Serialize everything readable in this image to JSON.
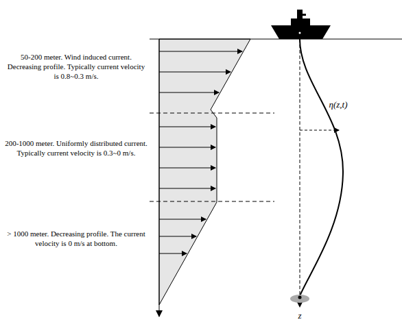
{
  "diagram": {
    "labels": [
      "50-200 meter. Wind induced current. Decreasing profile. Typically current velocity is 0.8~0.3 m/s.",
      "200-1000 meter. Uniformly distributed current. Typically current velocity is 0.3~0 m/s.",
      "> 1000 meter. Decreasing profile. The current velocity is 0 m/s at bottom.",
      "η(z,t)",
      "z"
    ]
  }
}
